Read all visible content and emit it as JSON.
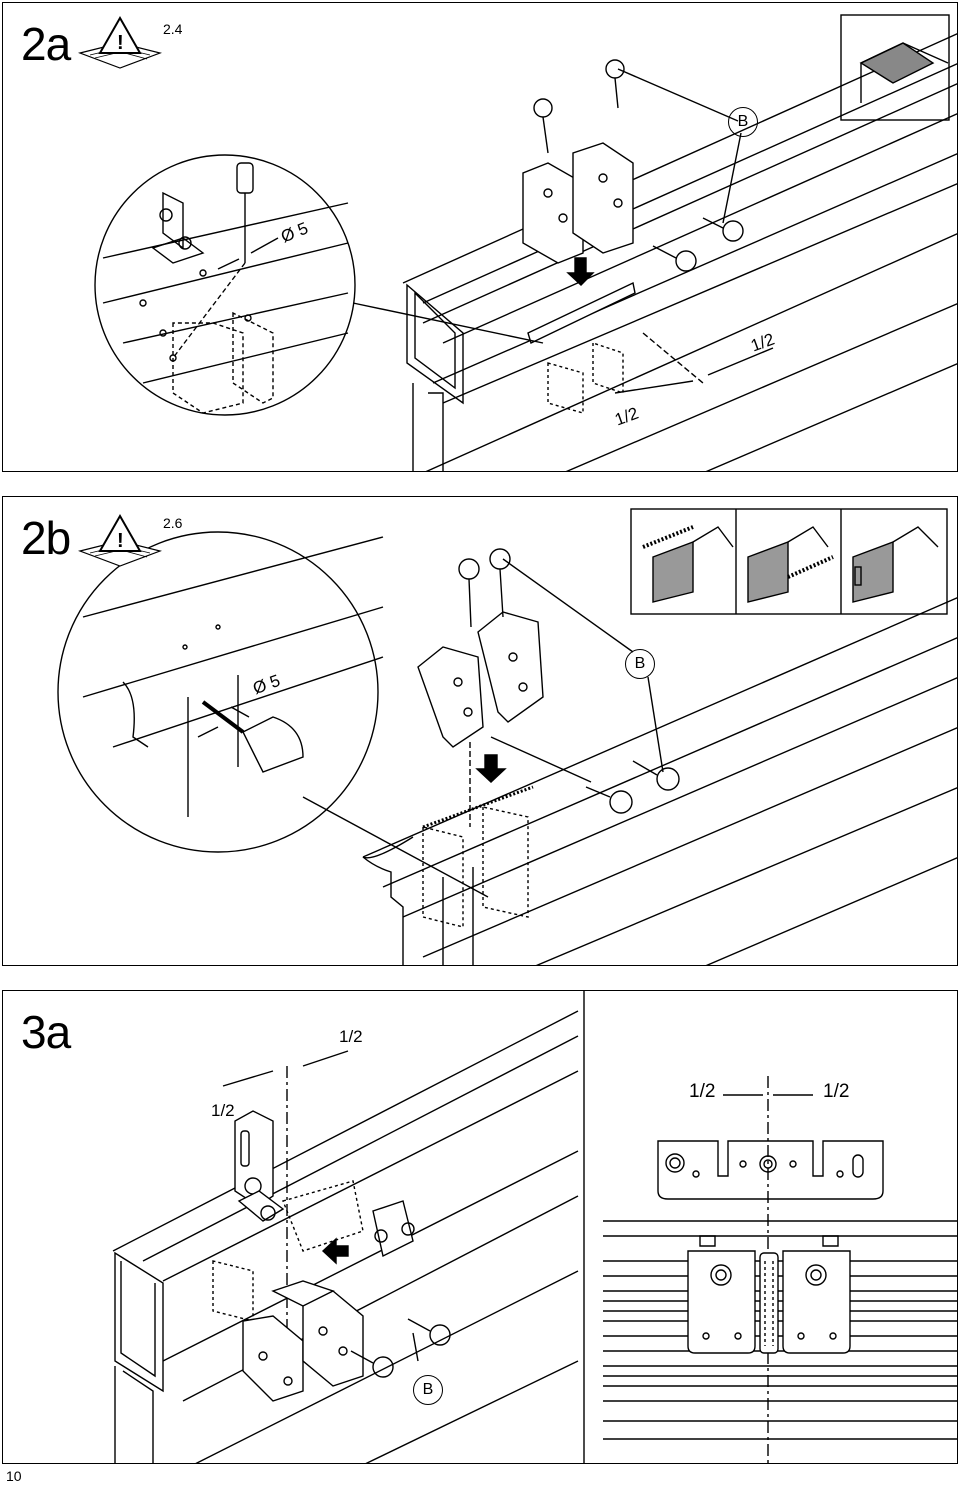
{
  "panels": [
    {
      "step": "2a",
      "manual_ref": "2.4",
      "drill_diameter": "Ø 5",
      "screw_label": "B",
      "half_left": "1/2",
      "half_right": "1/2"
    },
    {
      "step": "2b",
      "manual_ref": "2.6",
      "drill_diameter": "Ø 5",
      "screw_label": "B"
    },
    {
      "step": "3a",
      "half_top": "1/2",
      "half_left": "1/2",
      "half_detail_left": "1/2",
      "half_detail_right": "1/2",
      "screw_label": "B"
    }
  ],
  "page_number": "10",
  "icons": [
    "warning-manual-icon",
    "drill-icon",
    "screw-icon",
    "bracket-icon",
    "rail-icon"
  ]
}
